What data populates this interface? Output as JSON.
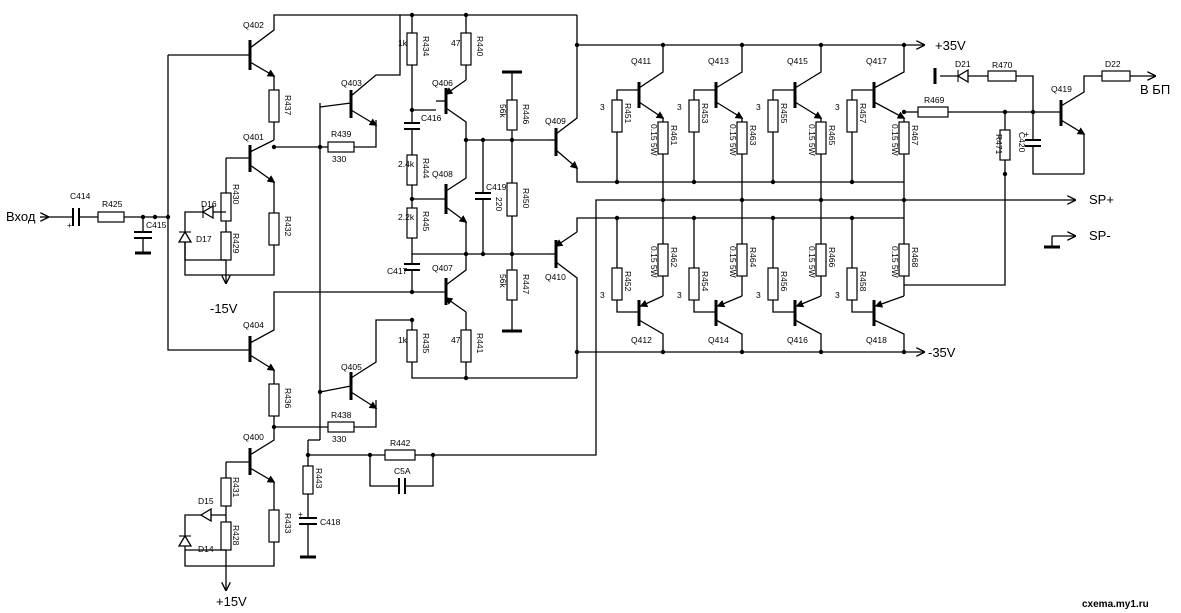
{
  "title": "",
  "input": {
    "label": "Вход",
    "cap": "C414",
    "res": "R425",
    "cap2": "C415",
    "plus": "+"
  },
  "rails": {
    "pos": "+35V",
    "neg": "-35V",
    "out_pos": "SP+",
    "out_neg": "SP-",
    "bp": "В БП",
    "p15": "+15V",
    "m15": "-15V"
  },
  "upper_stage": {
    "q402": "Q402",
    "q401": "Q401",
    "q403": "Q403",
    "r437": "R437",
    "r439": "R439",
    "r439_val": "330",
    "r430": "R430",
    "r432": "R432",
    "r429": "R429",
    "d16": "D16",
    "d17": "D17"
  },
  "lower_stage": {
    "q404": "Q404",
    "q400": "Q400",
    "q405": "Q405",
    "r436": "R436",
    "r438": "R438",
    "r438_val": "330",
    "r431": "R431",
    "r433": "R433",
    "r428": "R428",
    "d15": "D15",
    "d14": "D14"
  },
  "feedback": {
    "r442": "R442",
    "c5a": "C5A",
    "r443": "R443",
    "c418": "C418",
    "plus": "+"
  },
  "driver": {
    "r434": "R434",
    "r434_val": "1k",
    "r440": "R440",
    "r440_val": "47",
    "q406": "Q406",
    "c416": "C416",
    "r444": "R444",
    "r444_val": "2.4k",
    "q408": "Q408",
    "r445": "R445",
    "r445_val": "2.2k",
    "c419": "C419",
    "c419_val": "220",
    "r446": "R446",
    "r446_val": "56k",
    "r450": "R450",
    "c417": "C417",
    "q407": "Q407",
    "r447": "R447",
    "r447_val": "56k",
    "r435": "R435",
    "r435_val": "1k",
    "r441": "R441",
    "r441_val": "47",
    "q409": "Q409",
    "q410": "Q410"
  },
  "output_upper": [
    {
      "q": "Q411",
      "rb": "R451",
      "rb_val": "3",
      "re": "R461",
      "re_val": "0.15 5W"
    },
    {
      "q": "Q413",
      "rb": "R453",
      "rb_val": "3",
      "re": "R463",
      "re_val": "0.15 5W"
    },
    {
      "q": "Q415",
      "rb": "R455",
      "rb_val": "3",
      "re": "R465",
      "re_val": "0.15 5W"
    },
    {
      "q": "Q417",
      "rb": "R457",
      "rb_val": "3",
      "re": "R467",
      "re_val": "0.15 5W"
    }
  ],
  "output_lower": [
    {
      "q": "Q412",
      "rb": "R452",
      "rb_val": "3",
      "re": "R462",
      "re_val": "0.15 5W"
    },
    {
      "q": "Q414",
      "rb": "R454",
      "rb_val": "3",
      "re": "R464",
      "re_val": "0.15 5W"
    },
    {
      "q": "Q416",
      "rb": "R456",
      "rb_val": "3",
      "re": "R466",
      "re_val": "0.15 5W"
    },
    {
      "q": "Q418",
      "rb": "R458",
      "rb_val": "3",
      "re": "R468",
      "re_val": "0.15 5W"
    }
  ],
  "protection": {
    "r469": "R469",
    "r470": "R470",
    "r471": "R471",
    "c420": "C420",
    "c420_plus": "+",
    "d21": "D21",
    "d22": "D22",
    "q419": "Q419"
  },
  "watermark": "cxema.my1.ru"
}
